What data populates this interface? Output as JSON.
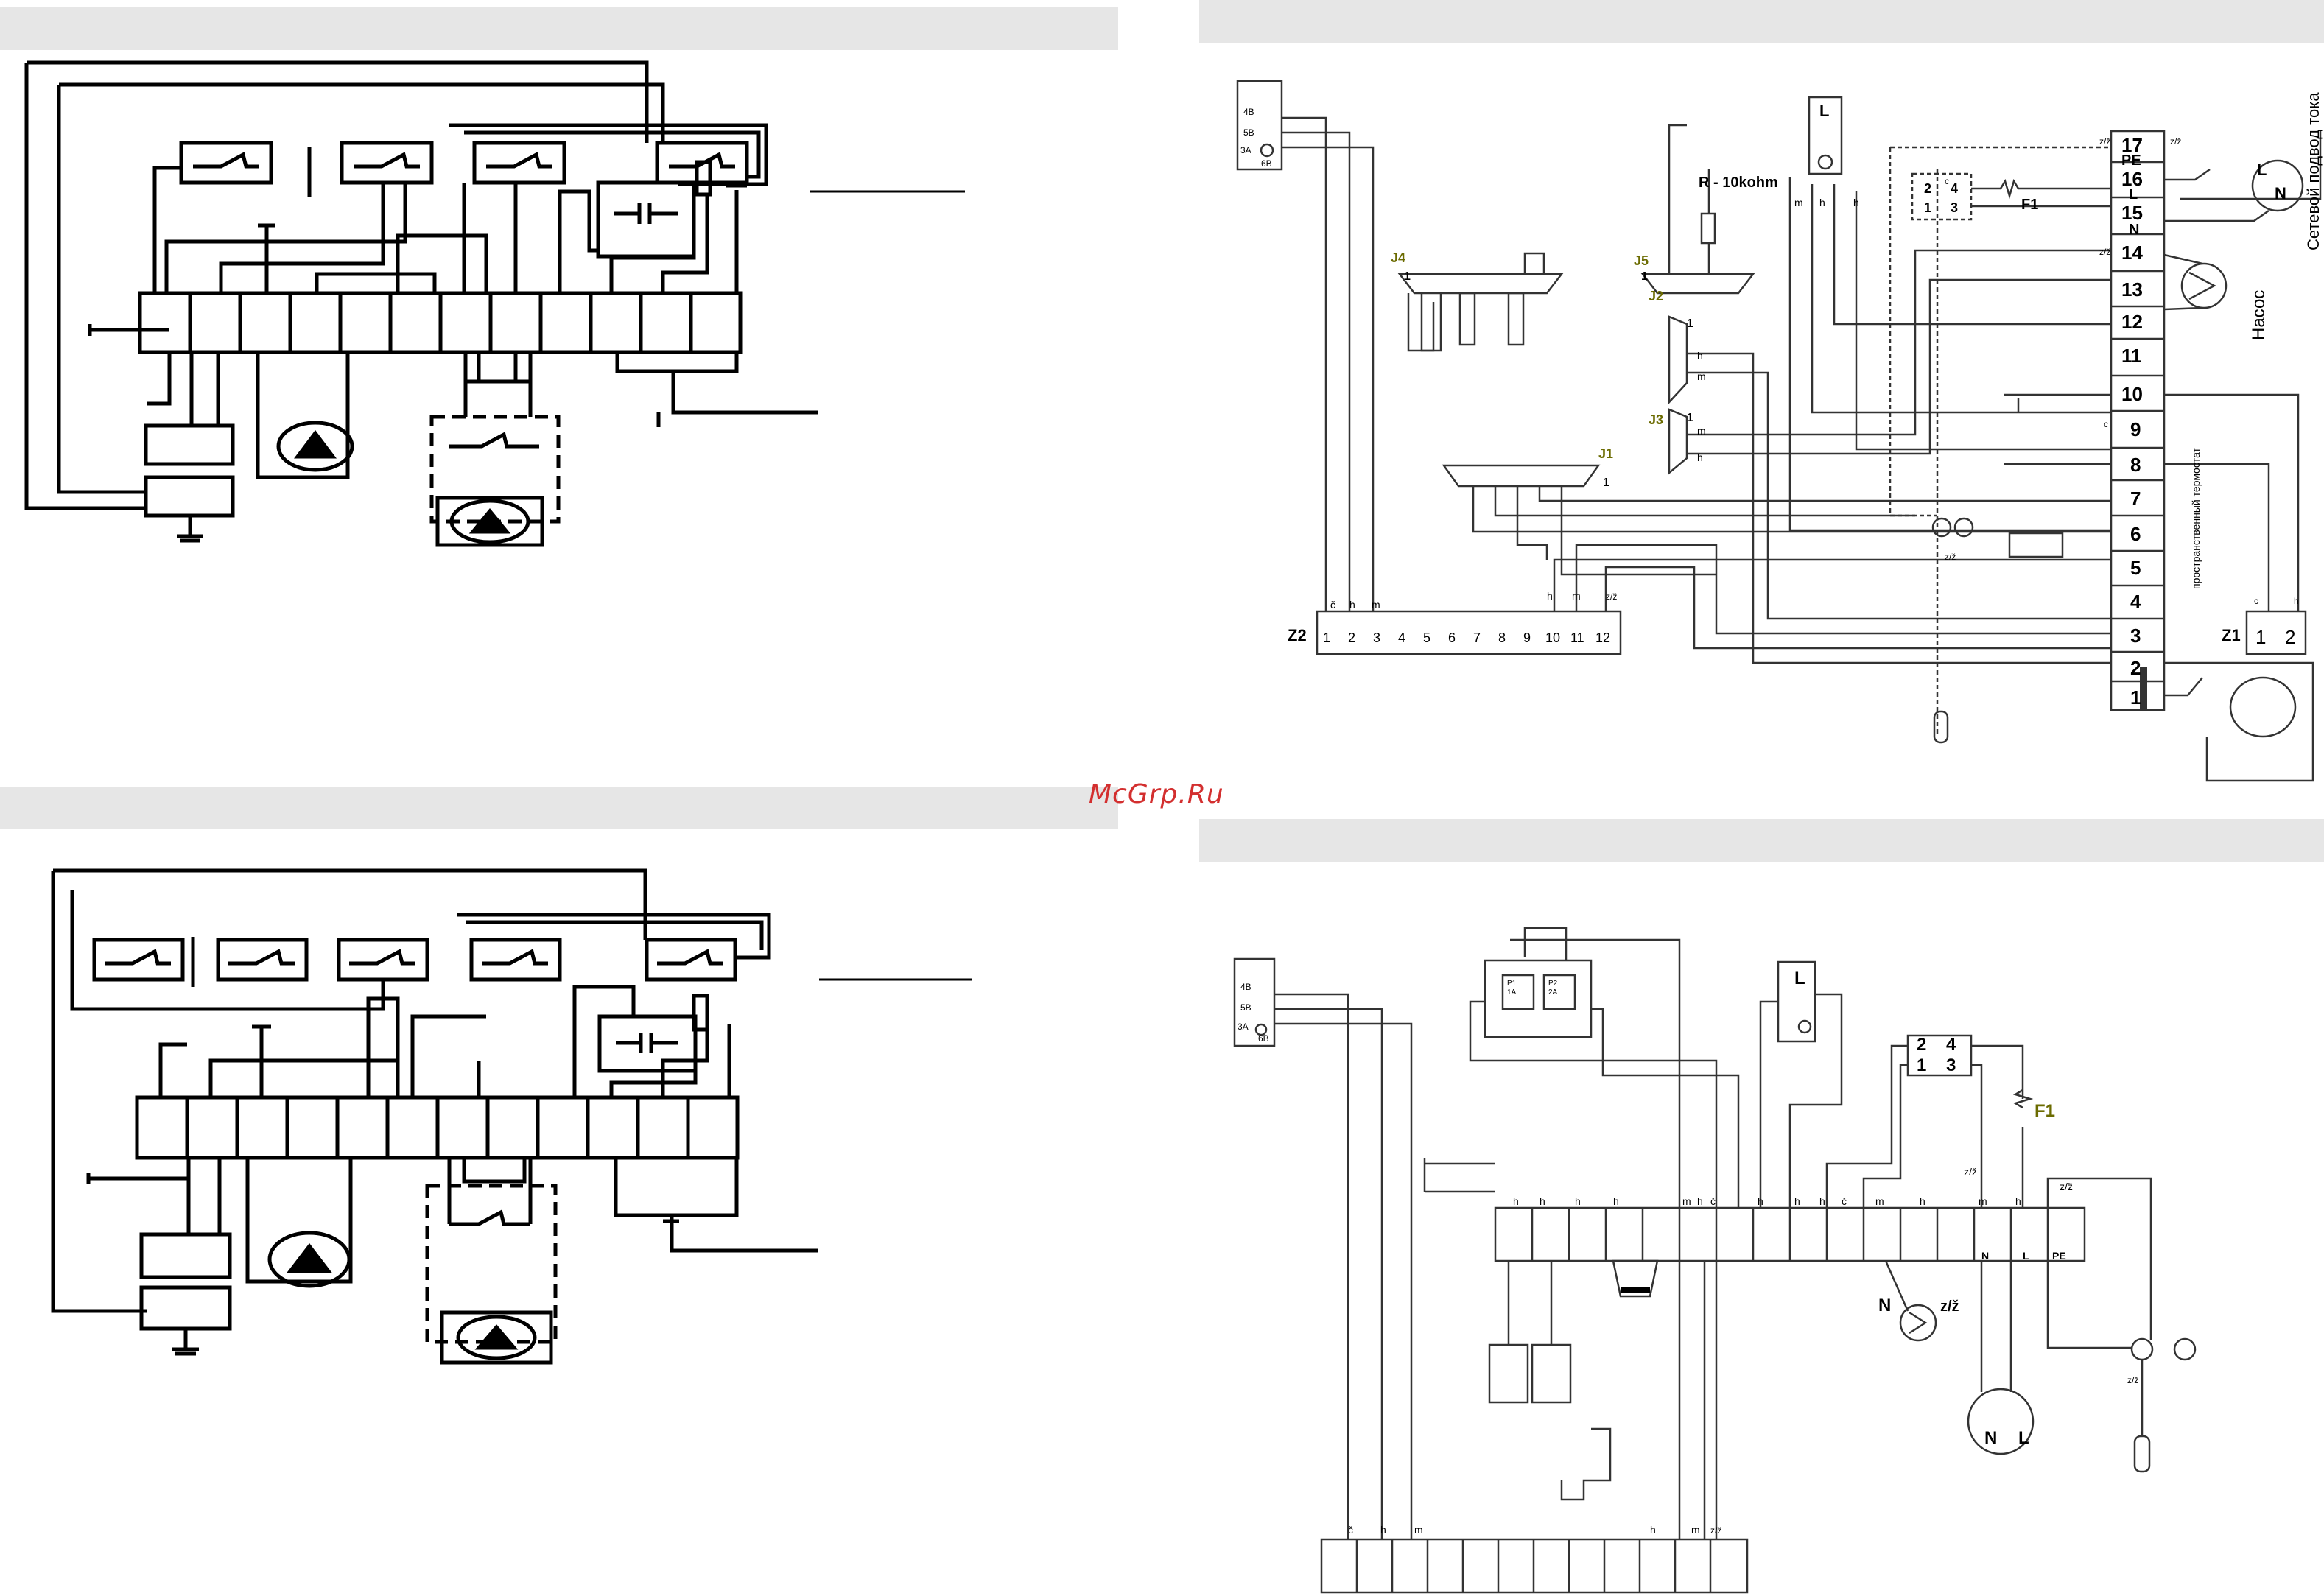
{
  "watermark": "McGrp.Ru",
  "diagramTR": {
    "terminals_right": [
      "17",
      "PE",
      "16",
      "L",
      "15",
      "N",
      "14",
      "13",
      "12",
      "11",
      "10",
      "9",
      "8",
      "7",
      "6",
      "5",
      "4",
      "3",
      "2",
      "1"
    ],
    "z2_label": "Z2",
    "z2_terminals": [
      "1",
      "2",
      "3",
      "4",
      "5",
      "6",
      "7",
      "8",
      "9",
      "10",
      "11",
      "12"
    ],
    "z1_label": "Z1",
    "z1_terminals": [
      "1",
      "2"
    ],
    "connectors": {
      "j1": "J1",
      "j2": "J2",
      "j3": "J3",
      "j4": "J4",
      "j5": "J5",
      "one": "1"
    },
    "resistor_label": "R - 10kohm",
    "fuse_label": "F1",
    "relay_pins": [
      "2",
      "4",
      "1",
      "3"
    ],
    "lamp_labels": [
      "4B",
      "5B",
      "3A",
      "6B"
    ],
    "L_label": "L",
    "N_label": "N",
    "wire_codes": {
      "h": "h",
      "m": "m",
      "c": "c",
      "cz": "č",
      "z": "z/ž"
    },
    "pump_label": "Насос",
    "supply_label": "Сетевой подвод тока",
    "thermostat_label": "пространственный термостат"
  },
  "diagramBR": {
    "relay_pins": [
      "2",
      "4",
      "1",
      "3"
    ],
    "fuse_label": "F1",
    "lamp_labels": [
      "4B",
      "5B",
      "3A",
      "6B"
    ],
    "p_labels": [
      "P1",
      "1A",
      "P2",
      "2A"
    ],
    "bottom_codes": [
      "N",
      "L",
      "PE"
    ],
    "codes": [
      "h",
      "h",
      "h",
      "h",
      "m",
      "h",
      "č",
      "h",
      "h",
      "h",
      "č",
      "m",
      "h",
      "m",
      "h",
      "z/ž",
      "z/ž"
    ],
    "pump_labels": [
      "N",
      "z/ž"
    ],
    "socket_labels": [
      "N",
      "L"
    ],
    "z_label": "z/ž",
    "L_label": "L",
    "strip_codes": [
      "č",
      "h",
      "m",
      "h",
      "m",
      "z/ž"
    ]
  }
}
